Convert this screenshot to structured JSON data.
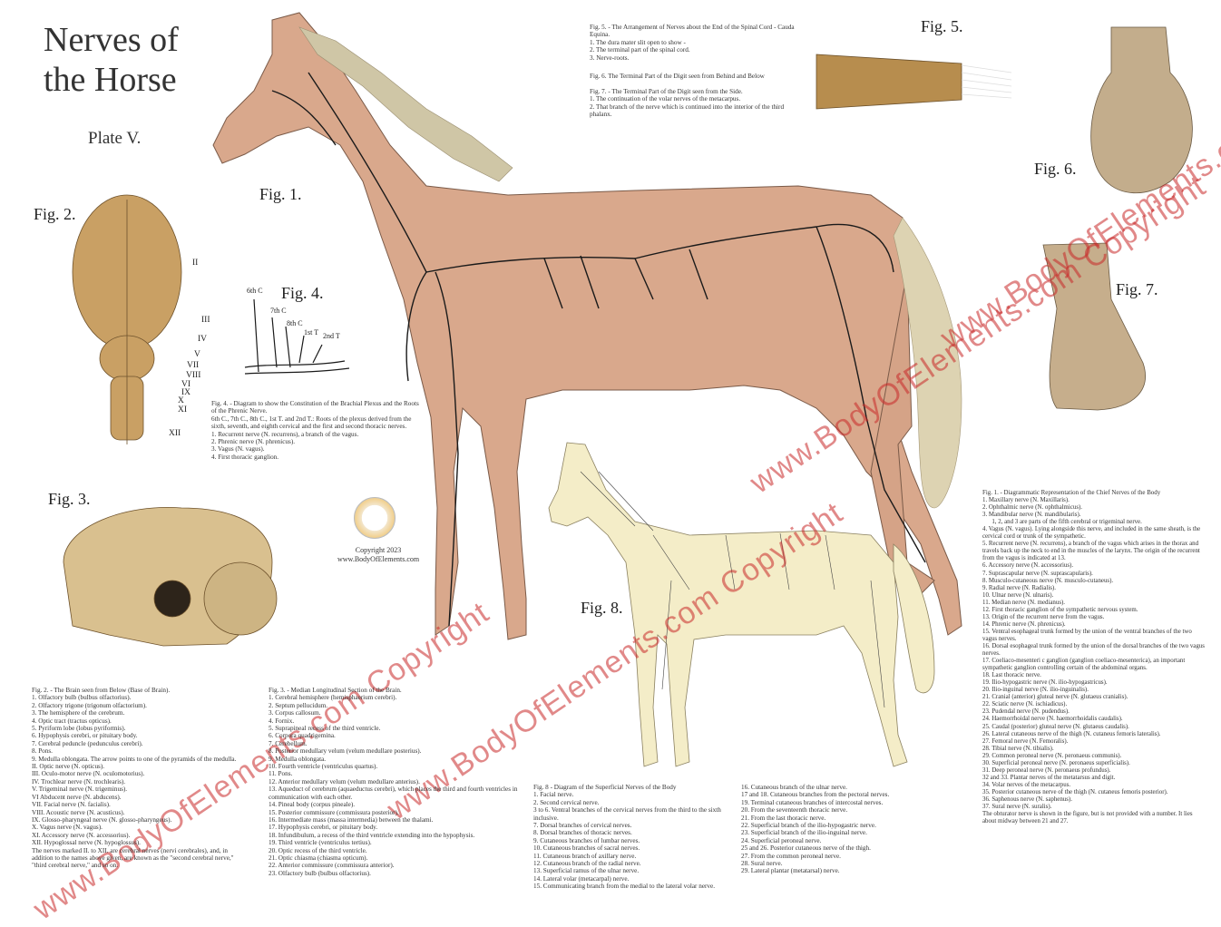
{
  "title_line1": "Nerves of",
  "title_line2": "the Horse",
  "plate": "Plate V.",
  "figures": {
    "fig1": "Fig. 1.",
    "fig2": "Fig. 2.",
    "fig3": "Fig. 3.",
    "fig4": "Fig. 4.",
    "fig5": "Fig. 5.",
    "fig6": "Fig. 6.",
    "fig7": "Fig. 7.",
    "fig8": "Fig. 8."
  },
  "copyright": {
    "line1": "Copyright 2023",
    "line2": "www.BodyOfElements.com"
  },
  "watermark": "www.BodyOfElements.com Copyright",
  "fig4_labels": [
    "6th C",
    "7th C",
    "8th C",
    "1st T",
    "2nd T"
  ],
  "fig2_roman": [
    "II",
    "III",
    "IV",
    "V",
    "VI",
    "VII",
    "VIII",
    "IX",
    "X",
    "XI",
    "XII"
  ],
  "caption_fig5": {
    "heading": "Fig. 5. - The Arrangement of Nerves about the End of the Spinal Cord - Cauda Equina.",
    "lines": [
      "1. The dura mater slit open to show -",
      "2. The terminal part of the spinal cord.",
      "3. Nerve-roots."
    ]
  },
  "caption_fig6": {
    "heading": "Fig. 6. The Terminal Part of the Digit seen from Behind and Below"
  },
  "caption_fig7": {
    "heading": "Fig. 7. - The Terminal Part of the Digit seen from the Side.",
    "lines": [
      "1. The continuation of the volar nerves of the metacarpus.",
      "2. That branch of the nerve which is continued into the interior of the third phalanx."
    ]
  },
  "caption_fig4": {
    "heading": "Fig. 4. - Diagram to show the Constitution of the Brachial Plexus and the Roots of the Phrenic Nerve.",
    "lines": [
      "6th C., 7th C., 8th C., 1st T. and 2nd T.: Roots of the plexus derived from the sixth, seventh, and eighth cervical and the first and second thoracic nerves.",
      "1. Recurrent nerve (N. recurrens), a branch of the vagus.",
      "2. Phrenic nerve (N. phrenicus).",
      "3. Vagus (N. vagus).",
      "4. First thoracic ganglion."
    ]
  },
  "caption_fig2": {
    "heading": "Fig. 2. - The Brain seen from Below (Base of Brain).",
    "lines": [
      "1. Olfactory bulb (bulbus olfactorius).",
      "2. Olfactory trigone (trigonum olfactorium).",
      "3. The hemisphere of the cerebrum.",
      "4. Optic tract (tractus opticus).",
      "5. Pyriform lobe (lobus pyriformis).",
      "6. Hypophysis cerebri, or pituitary body.",
      "7. Cerebral peduncle (pedunculus cerebri).",
      "8. Pons.",
      "9. Medulla oblongata. The arrow points to one of the pyramids of the medulla.",
      "II. Optic nerve (N. opticus).",
      "III. Oculo-motor nerve (N. oculomotorius).",
      "IV. Trochlear nerve (N. trochlearis).",
      "V. Trigeminal nerve (N. trigeminus).",
      "VI Abducent nerve (N. abducens).",
      "VII. Facial nerve (N. facialis).",
      "VIII. Acoustic nerve (N. acusticus).",
      "IX. Glosso-pharyngeal nerve (N. glosso-pharyngeus).",
      "X. Vagus nerve (N. vagus).",
      "XI. Accessory nerve (N. accessorius).",
      "XII. Hypoglossal nerve (N. hypoglossus).",
      "The nerves marked II. to XII. are cerebral nerves (nervi cerebrales), and, in addition to the names above given, are known as the \"second cerebral nerve,\" \"third cerebral nerve,\" and so on."
    ]
  },
  "caption_fig3": {
    "heading": "Fig. 3. - Median Longitudinal Section of the Brain.",
    "lines": [
      "1. Cerebral hemisphere (hemisphaerium cerebri).",
      "2. Septum pellucidum.",
      "3. Corpus callosum.",
      "4. Fornix.",
      "5. Suprapineal recess of the third ventricle.",
      "6. Corpora quadrigemina.",
      "7. Cerebellum.",
      "8. Posterior medullary velum (velum medullare posterius).",
      "9. Medulla oblongata.",
      "10. Fourth ventricle (ventriculus quartus).",
      "11. Pons.",
      "12. Anterior medullary velum (velum medullare anterius).",
      "13. Aqueduct of cerebrum (aquaeductus cerebri), which places the third and fourth ventricles in communication with each other.",
      "14. Pineal body (corpus pineale).",
      "15. Posterior commissure (commissura posterior).",
      "16. Intermediate mass (massa intermedia) between the thalami.",
      "17. Hypophysis cerebri, or pituitary body.",
      "18. Infundibulum, a recess of the third ventricle extending into the hypophysis.",
      "19. Third ventricle (ventriculus tertius).",
      "20. Optic recess of the third ventricle.",
      "21. Optic chiasma (chiasma opticum).",
      "22. Anterior commissure (commissura anterior).",
      "23. Olfactory bulb (bulbus olfactorius)."
    ]
  },
  "caption_fig8a": {
    "heading": "Fig. 8 - Diagram of the Superficial Nerves of the Body",
    "lines": [
      "1. Facial nerve.",
      "2. Second cervical nerve.",
      "3 to 6. Ventral branches of the cervical nerves from the third to the sixth inclusive.",
      "7. Dorsal branches of cervical nerves.",
      "8. Dorsal branches of thoracic nerves.",
      "9. Cutaneous branches of lumbar nerves.",
      "10. Cutaneous branches of sacral nerves.",
      "11. Cutaneous branch of axillary nerve.",
      "12. Cutaneous branch of the radial nerve.",
      "13. Superficial ramus of the ulnar nerve.",
      "14. Lateral volar (metacarpal) nerve.",
      "15. Communicating branch from the medial to the lateral volar nerve."
    ]
  },
  "caption_fig8b": {
    "lines": [
      "16. Cutaneous branch of the ulnar nerve.",
      "17 and 18. Cutaneous branches from the pectoral nerves.",
      "19. Terminal cutaneous branches of intercostal nerves.",
      "20. From the seventeenth thoracic nerve.",
      "21. From the last thoracic nerve.",
      "22. Superficial branch of the ilio-hypogastric nerve.",
      "23. Superficial branch of the ilio-inguinal nerve.",
      "24. Superficial peroneal nerve.",
      "25 and 26. Posterior cutaneous nerve of the thigh.",
      "27. From the common peroneal nerve.",
      "28. Sural nerve.",
      "29. Lateral plantar (metatarsal) nerve."
    ]
  },
  "caption_fig1": {
    "heading": "Fig. 1. - Diagrammatic Representation of the Chief Nerves of the Body",
    "lines": [
      "1. Maxillary nerve (N. Maxillaris).",
      "2. Ophthalmic nerve (N. ophthalmicus).",
      "3. Mandibular nerve (N. mandibularis).",
      "      1, 2, and 3 are parts of the fifth cerebral or trigeminal nerve.",
      "4. Vagus (N. vagus). Lying alongside this nerve, and included in the same sheath, is the cervical cord or trunk of the sympathetic.",
      "5. Recurrent nerve (N. recurrens), a branch of the vagus which arises in the thorax and travels back up the neck to end in the muscles of the larynx. The origin of the recurrent from the vagus is indicated at 13.",
      "6. Accessory nerve (N. accessorius).",
      "7. Suprascapular nerve (N. suprascapularis).",
      "8. Musculo-cutaneous nerve (N. musculo-cutaneus).",
      "9. Radial nerve (N. Radialis).",
      "10. Ulnar nerve (N. ulnaris).",
      "11. Median nerve (N. medianus).",
      "12. First thoracic ganglion of the sympathetic nervous system.",
      "13. Origin of the recurrent nerve from the vagus.",
      "14. Phrenic nerve (N. phrenicus).",
      "15. Ventral esophageal trunk formed by the union of the ventral branches of the two vagus nerves.",
      "16. Dorsal esophageal trunk formed by the union of the dorsal branches of the two vagus nerves.",
      "17. Coeliaco-mesenteri c ganglion (ganglion coeliaco-mesenterica), an important sympathetic ganglion controlling certain of the abdominal organs.",
      "18. Last thoracic nerve.",
      "19. Ilio-hypogastric nerve (N. ilio-hypogastricus).",
      "20. Ilio-inguinal nerve (N. ilio-inguinalis).",
      "21. Cranial (anterior) gluteal nerve (N. glutaeus cranialis).",
      "22. Sciatic nerve (N. ischiadicus).",
      "23. Pudendal nerve (N. pudendus).",
      "24. Haemorrhoidal nerve (N. haemorrhoidalis caudalis).",
      "25. Caudal (posterior) gluteal nerve (N. glutaeus caudalis).",
      "26. Lateral cutaneous nerve of the thigh (N. cutaneus femoris lateralis).",
      "27. Femoral nerve (N. Femoralis).",
      "28. Tibial nerve (N. tibialis).",
      "29. Common peroneal nerve (N. peronaeus communis).",
      "30. Superficial peroneal nerve (N. peronaeus superficialis).",
      "31. Deep peroneal nerve (N. peronaeus profundus).",
      "32 and 33. Plantar nerves of the metatarsus and digit.",
      "34. Volar nerves of the metacarpus.",
      "35. Posterior cutaneous nerve of the thigh (N. cutaneus femoris posterior).",
      "36. Saphenous nerve (N. saphenus).",
      "37. Sural nerve (N. suralis).",
      "The obturator nerve is shown in the figure, but is not provided with a number. It lies about midway between 21 and 27."
    ]
  },
  "colors": {
    "horse_main": "#d8a98c",
    "horse_fig8": "#f2ecc4",
    "brain": "#c9a064",
    "watermark": "#c83232"
  }
}
